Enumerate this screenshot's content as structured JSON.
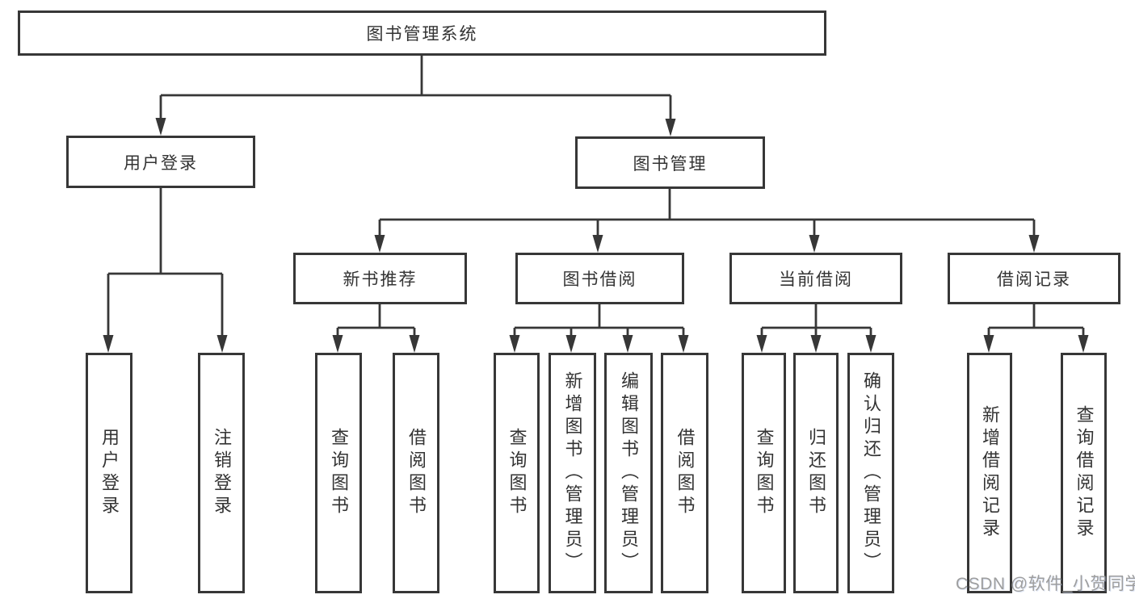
{
  "title": "图书管理系统",
  "branches": {
    "user": {
      "label": "用户登录",
      "children": [
        {
          "label": "用户登录"
        },
        {
          "label": "注销登录"
        }
      ]
    },
    "book": {
      "label": "图书管理",
      "groups": [
        {
          "label": "新书推荐",
          "children": [
            {
              "label": "查询图书"
            },
            {
              "label": "借阅图书"
            }
          ]
        },
        {
          "label": "图书借阅",
          "children": [
            {
              "label": "查询图书"
            },
            {
              "label": "新增图书（管理员）"
            },
            {
              "label": "编辑图书（管理员）"
            },
            {
              "label": "借阅图书"
            }
          ]
        },
        {
          "label": "当前借阅",
          "children": [
            {
              "label": "查询图书"
            },
            {
              "label": "归还图书"
            },
            {
              "label": "确认归还（管理员）"
            }
          ]
        },
        {
          "label": "借阅记录",
          "children": [
            {
              "label": "新增借阅记录"
            },
            {
              "label": "查询借阅记录"
            }
          ]
        }
      ]
    }
  },
  "watermark": "CSDN @软件_小贺同学",
  "colors": {
    "line": "#373737",
    "text": "#333333",
    "watermark": "#9e9e9e",
    "background": "#ffffff"
  }
}
